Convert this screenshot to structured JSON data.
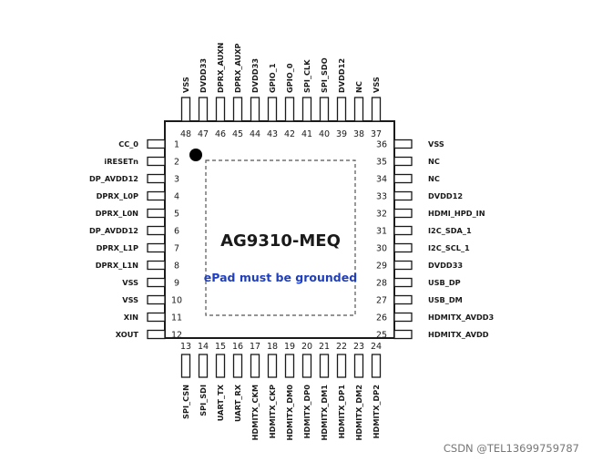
{
  "chip": {
    "part_number": "AG9310-MEQ",
    "epad_note": "ePad must be grounded",
    "epad_note_color": "#1f3fbf",
    "pin1_marker": "filled-dot"
  },
  "pins": {
    "left": [
      {
        "n": "1",
        "name": "CC_0"
      },
      {
        "n": "2",
        "name": "iRESETn"
      },
      {
        "n": "3",
        "name": "DP_AVDD12"
      },
      {
        "n": "4",
        "name": "DPRX_L0P"
      },
      {
        "n": "5",
        "name": "DPRX_L0N"
      },
      {
        "n": "6",
        "name": "DP_AVDD12"
      },
      {
        "n": "7",
        "name": "DPRX_L1P"
      },
      {
        "n": "8",
        "name": "DPRX_L1N"
      },
      {
        "n": "9",
        "name": "VSS"
      },
      {
        "n": "10",
        "name": "VSS"
      },
      {
        "n": "11",
        "name": "XIN"
      },
      {
        "n": "12",
        "name": "XOUT"
      }
    ],
    "bottom": [
      {
        "n": "13",
        "name": "SPI_CSN"
      },
      {
        "n": "14",
        "name": "SPI_SDI"
      },
      {
        "n": "15",
        "name": "UART_TX"
      },
      {
        "n": "16",
        "name": "UART_RX"
      },
      {
        "n": "17",
        "name": "HDMITX_CKM"
      },
      {
        "n": "18",
        "name": "HDMITX_CKP"
      },
      {
        "n": "19",
        "name": "HDMITX_DM0"
      },
      {
        "n": "20",
        "name": "HDMITX_DP0"
      },
      {
        "n": "21",
        "name": "HDMITX_DM1"
      },
      {
        "n": "22",
        "name": "HDMITX_DP1"
      },
      {
        "n": "23",
        "name": "HDMITX_DM2"
      },
      {
        "n": "24",
        "name": "HDMITX_DP2"
      }
    ],
    "right": [
      {
        "n": "25",
        "name": "HDMITX_AVDD"
      },
      {
        "n": "26",
        "name": "HDMITX_AVDD3"
      },
      {
        "n": "27",
        "name": "USB_DM"
      },
      {
        "n": "28",
        "name": "USB_DP"
      },
      {
        "n": "29",
        "name": "DVDD33"
      },
      {
        "n": "30",
        "name": "I2C_SCL_1"
      },
      {
        "n": "31",
        "name": "I2C_SDA_1"
      },
      {
        "n": "32",
        "name": "HDMI_HPD_IN"
      },
      {
        "n": "33",
        "name": "DVDD12"
      },
      {
        "n": "34",
        "name": "NC"
      },
      {
        "n": "35",
        "name": "NC"
      },
      {
        "n": "36",
        "name": "VSS"
      }
    ],
    "top": [
      {
        "n": "37",
        "name": "VSS"
      },
      {
        "n": "38",
        "name": "NC"
      },
      {
        "n": "39",
        "name": "DVDD12"
      },
      {
        "n": "40",
        "name": "SPI_SDO"
      },
      {
        "n": "41",
        "name": "SPI_CLK"
      },
      {
        "n": "42",
        "name": "GPIO_0"
      },
      {
        "n": "43",
        "name": "GPIO_1"
      },
      {
        "n": "44",
        "name": "DVDD33"
      },
      {
        "n": "45",
        "name": "DPRX_AUXP"
      },
      {
        "n": "46",
        "name": "DPRX_AUXN"
      },
      {
        "n": "47",
        "name": "DVDD33"
      },
      {
        "n": "48",
        "name": "VSS"
      }
    ]
  },
  "watermark": "CSDN @TEL13699759787"
}
